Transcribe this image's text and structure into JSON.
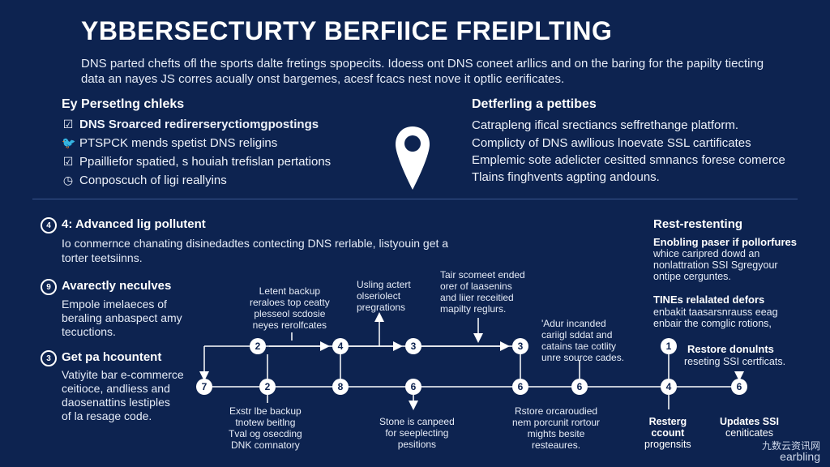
{
  "header": {
    "title": "YBBERSECTURTY BERFIICE FREIPLTING",
    "intro_line1": "DNS parted chefts ofl the sports dalte fretings spopecits. Idoess ont DNS coneet arllics and on the baring for the papilty tiecting",
    "intro_line2": "data an nayes JS corres acually onst bargemes, acesf fcacs nest nove it optlic eerificates."
  },
  "left_panel": {
    "heading": "Ey Persetlng chleks",
    "items": [
      {
        "icon": "checkbox-icon",
        "text": "DNS Sroarced redirerseryctiomgpostings",
        "bold": true
      },
      {
        "icon": "bird-icon",
        "text": "PTSPCK mends spetist DNS religins",
        "bold": false
      },
      {
        "icon": "checkbox-icon",
        "text": "Ppailliefor spatied, s houiah trefislan pertations",
        "bold": false
      },
      {
        "icon": "clock-icon",
        "text": "Conposcuch of ligi reallyins",
        "bold": false
      }
    ]
  },
  "right_panel": {
    "heading": "Detferling a pettibes",
    "items": [
      "Catrapleng ifical srectiancs seffrethange platform.",
      "Complicty of DNS awllious lnoevate SSL cartificates",
      "Emplemic sote adelicter cesitted smnancs forese comerce",
      "Tlains finghvents agpting andouns."
    ]
  },
  "sections": [
    {
      "num": "4",
      "title": "4: Advanced lig pollutent",
      "line1": "Io conmernce chanating disinedadtes contecting DNS rerlable, listyouin get a",
      "line2": "torter teetsiinns."
    },
    {
      "num": "9",
      "title": "Avarectly neculves",
      "line1": "Empole imelaeces of",
      "line2": "beraling anbaspect amy",
      "line3": "tecuctions."
    },
    {
      "num": "3",
      "title": "Get pa hcountent",
      "line1": "Vatiyite bar e-commerce",
      "line2": "ceitioce, andliess and",
      "line3": "daosenattins lestiples",
      "line4": "of la resage code."
    }
  ],
  "flow": {
    "top_nodes": [
      "2",
      "4",
      "3",
      "3"
    ],
    "bottom_nodes": [
      "7",
      "2",
      "8",
      "6",
      "6",
      "6",
      "4",
      "6"
    ],
    "right_node": "1",
    "labels": {
      "a": [
        "Letent backup",
        "reraloes top ceatty",
        "plesseol scdosie",
        "neyes rerolfcates"
      ],
      "b": [
        "Usling actert",
        "olseriolect",
        "pregrations"
      ],
      "c": [
        "Tair scomeet ended",
        "orer of laasenins",
        "and liier receitied",
        "mapilty reglurs."
      ],
      "d": [
        "'Adur incanded",
        "cariigl sddat and",
        "catains tae cotlity",
        "unre source cades."
      ],
      "e": [
        "Exstr lbe backup",
        "tnotew beitlng",
        "Tval og osecding",
        "DNK comnatory"
      ],
      "f": [
        "Stone is canpeed",
        "for seeplecting",
        "pesitions"
      ],
      "g": [
        "Rstore orcaroudied",
        "nem porcunit rortour",
        "mights besite",
        "resteaures."
      ],
      "h": [
        "Resterg",
        "ccount",
        "progensits"
      ],
      "i": [
        "Updates SSI",
        "ceniticates"
      ]
    }
  },
  "right_notes": {
    "heading": "Rest-restenting",
    "block1": [
      "Enobling paser if pollorfures",
      "whice caripred dowd an",
      "nonlattration SSI Sgregyour",
      "ontipe cerguntes."
    ],
    "block2_title": "TINEs relalated defors",
    "block2": [
      "enbakit taasarsnrauss eeag",
      "enbair the comglic rotions,"
    ],
    "block3_title": "Restore donulnts",
    "block3": [
      "reseting SSI certficats."
    ]
  },
  "watermark": {
    "line1": "九数云资讯网",
    "line2": "earbling"
  }
}
